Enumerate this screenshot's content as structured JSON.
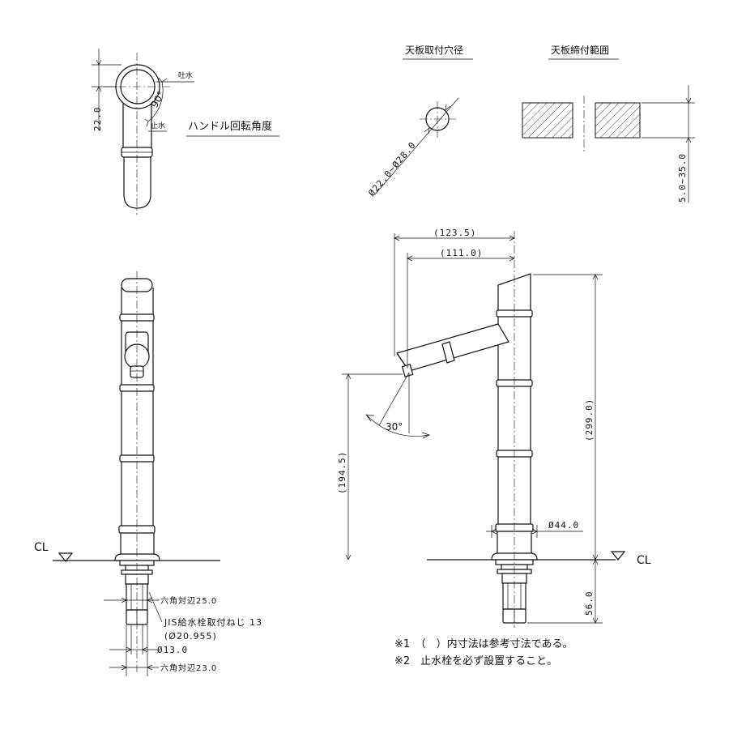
{
  "top_view": {
    "dim_height": "22.0",
    "angle": "90°",
    "label_spout": "吐水",
    "label_stop": "止水",
    "caption": "ハンドル回転角度"
  },
  "hole_detail": {
    "title": "天板取付穴径",
    "dim": "Ø22.0~Ø28.0"
  },
  "clamp_detail": {
    "title": "天板締付範囲",
    "dim": "5.0~35.0"
  },
  "side_view": {
    "dim_overall_reach": "(123.5)",
    "dim_spout_reach": "(111.0)",
    "dim_total_height": "(299.0)",
    "dim_spout_height": "(194.5)",
    "angle": "30°",
    "dim_diameter": "Ø44.0",
    "dim_below_counter": "56.0",
    "cl_label": "CL"
  },
  "front_view": {
    "cl_label": "CL",
    "hex_top": "六角対辺25.0",
    "thread": "JIS給水栓取付ねじ 13",
    "thread_dia": "(Ø20.955)",
    "dia_13": "Ø13.0",
    "hex_bottom": "六角対辺23.0"
  },
  "notes": [
    "※1　（　）内寸法は参考寸法である。",
    "※2　止水栓を必ず設置すること。"
  ]
}
